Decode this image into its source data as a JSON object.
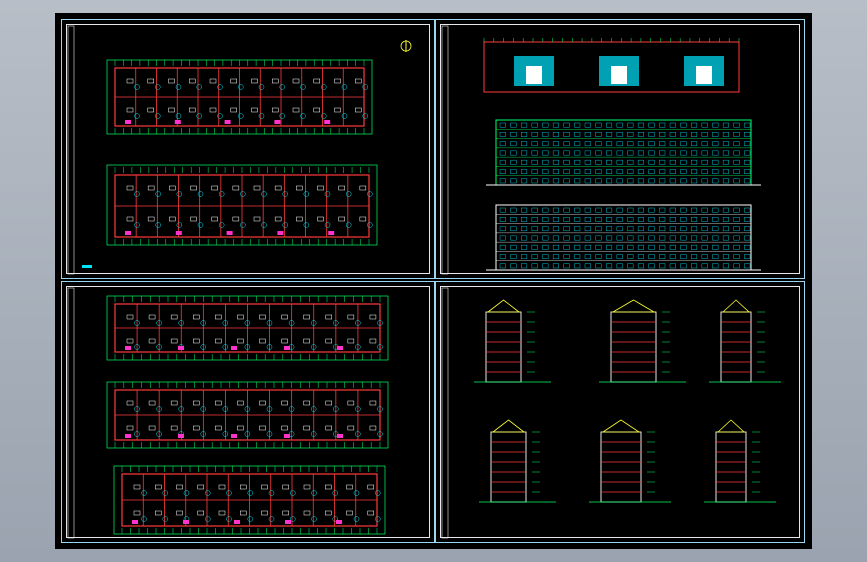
{
  "viewport": {
    "background": "#a9b0bb"
  },
  "drawing": {
    "background": "#000000",
    "sheet_border_color": "#9ad7f0",
    "inner_border_color": "#e8e8e8",
    "colors": {
      "walls": "#ff3b3b",
      "dimensions": "#00ff66",
      "hatch": "#00e5ff",
      "furniture": "#ffffff",
      "accent": "#ffff33",
      "magenta": "#ff33cc"
    },
    "sheets": [
      {
        "id": "sheet-top-left",
        "content": "floor-plans"
      },
      {
        "id": "sheet-top-right",
        "content": "elevations"
      },
      {
        "id": "sheet-bottom-left",
        "content": "floor-plans"
      },
      {
        "id": "sheet-bottom-right",
        "content": "sections"
      }
    ],
    "north_arrow_icon": "north-arrow-icon"
  }
}
